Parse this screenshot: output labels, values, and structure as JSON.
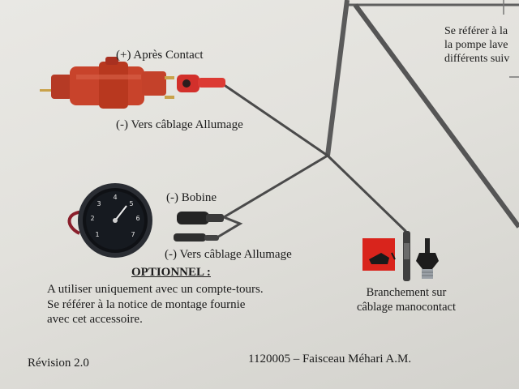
{
  "labels": {
    "apres_contact": "(+) Après Contact",
    "vers_cablage_allumage_1": "(-) Vers câblage Allumage",
    "bobine": "(-) Bobine",
    "vers_cablage_allumage_2": "(-) Vers câblage Allumage"
  },
  "right_note": {
    "line1": "Se référer à la",
    "line2": "la pompe lave",
    "line3": "différents suiv"
  },
  "optionnel": {
    "title": "OPTIONNEL :",
    "lines": [
      "A utiliser uniquement avec un compte-tours.",
      "Se référer à la notice de montage fournie",
      "avec cet accessoire."
    ]
  },
  "manocontact": {
    "line1": "Branchement sur",
    "line2": "câblage manocontact"
  },
  "footer": {
    "revision": "Révision 2.0",
    "reference": "1120005 – Faisceau Méhari A.M."
  },
  "tachometer": {
    "dial_numbers": [
      "1",
      "2",
      "3",
      "4",
      "5",
      "6",
      "7"
    ]
  },
  "colors": {
    "coil_red": "#c8432b",
    "wire_gray": "#4a4a4a",
    "oil_badge_red": "#d9241c"
  },
  "icons": {
    "coil": "ignition-coil-icon",
    "tachometer": "tachometer-icon",
    "oil": "oil-pressure-icon",
    "sensor": "pressure-switch-icon"
  }
}
